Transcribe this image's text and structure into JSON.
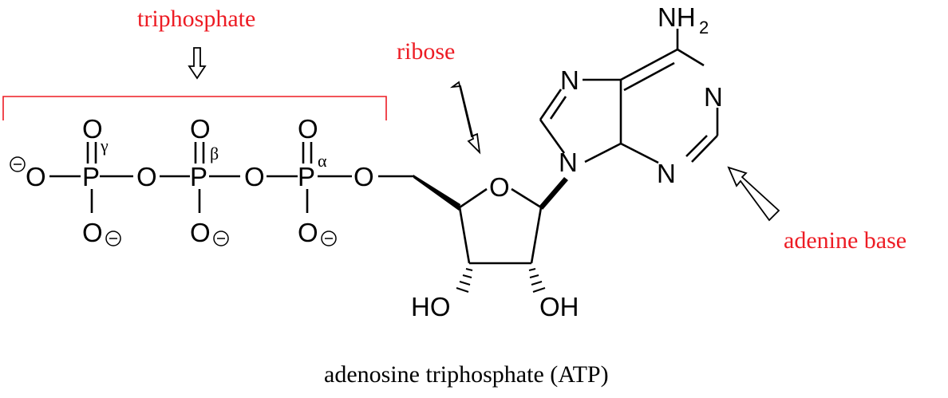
{
  "labels": {
    "triphosphate": "triphosphate",
    "ribose": "ribose",
    "adenine_base": "adenine base",
    "caption": "adenosine triphosphate (ATP)"
  },
  "colors": {
    "annotation": "#ed1c24",
    "structure": "#000000",
    "background": "#ffffff"
  },
  "molecule": {
    "phosphate_groups": [
      {
        "greek": "γ",
        "phosphorus": "P",
        "double_bond_oxygen": "O",
        "single_oxygen": "O",
        "bridge_oxygen": "O"
      },
      {
        "greek": "β",
        "phosphorus": "P",
        "double_bond_oxygen": "O",
        "single_oxygen": "O",
        "bridge_oxygen": "O"
      },
      {
        "greek": "α",
        "phosphorus": "P",
        "double_bond_oxygen": "O",
        "single_oxygen": "O",
        "bridge_oxygen": "O"
      }
    ],
    "terminal_oxygen": "O",
    "ribose": {
      "ring_oxygen": "O",
      "hydroxyl_left": "HO",
      "hydroxyl_right": "OH"
    },
    "adenine": {
      "amine": "NH",
      "amine_subscript": "2",
      "nitrogens": [
        "N",
        "N",
        "N",
        "N"
      ]
    }
  }
}
